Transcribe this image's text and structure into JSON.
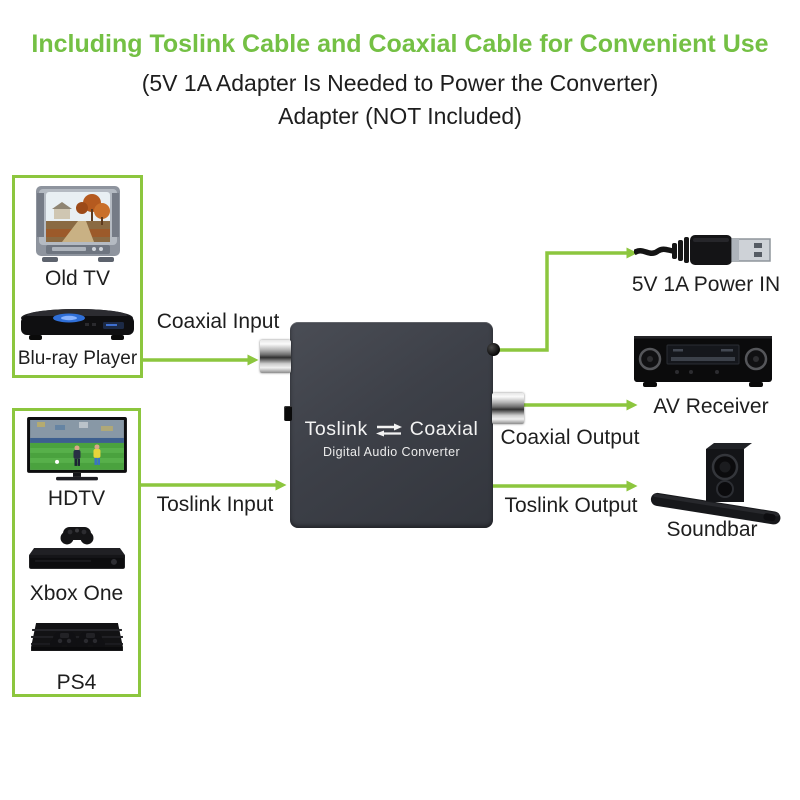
{
  "header": {
    "title": "Including Toslink Cable and Coaxial Cable for Convenient Use",
    "subtitle_line1": "(5V 1A Adapter Is Needed to Power the Converter)",
    "subtitle_line2": "Adapter (NOT Included)"
  },
  "colors": {
    "accent_green": "#8CC63E",
    "title_green": "#74C044",
    "text_dark": "#1E1E1E",
    "converter_body": "#3B3E46"
  },
  "source_groups": [
    {
      "devices": [
        {
          "label": "Old TV"
        },
        {
          "label": "Blu-ray Player"
        }
      ]
    },
    {
      "devices": [
        {
          "label": "HDTV"
        },
        {
          "label": "Xbox One"
        },
        {
          "label": "PS4"
        }
      ]
    }
  ],
  "converter": {
    "name_left": "Toslink",
    "name_right": "Coaxial",
    "subtitle": "Digital Audio Converter"
  },
  "connections": {
    "coaxial_input": "Coaxial Input",
    "toslink_input": "Toslink Input",
    "coaxial_output": "Coaxial Output",
    "toslink_output": "Toslink Output",
    "power": "5V 1A Power IN",
    "av_receiver": "AV Receiver",
    "soundbar": "Soundbar"
  }
}
